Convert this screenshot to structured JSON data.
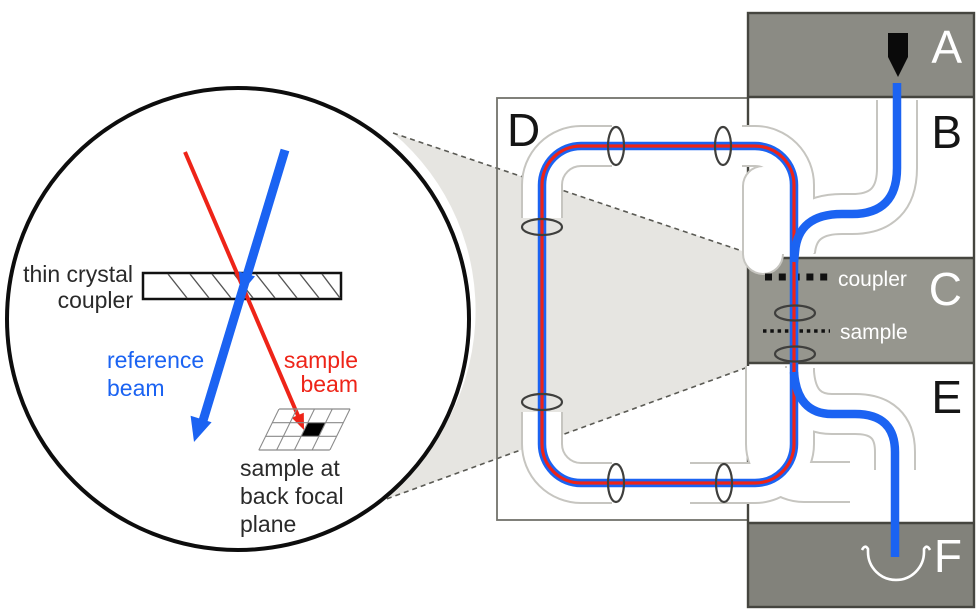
{
  "inset": {
    "crystal_label_line1": "thin crystal",
    "crystal_label_line2": "coupler",
    "reference_beam_label_line1": "reference",
    "reference_beam_label_line2": "beam",
    "sample_beam_label_line1": "sample",
    "sample_beam_label_line2": "beam",
    "bfp_caption_line1": "sample at",
    "bfp_caption_line2": "back focal",
    "bfp_caption_line3": "plane"
  },
  "loop_panel": {
    "label": "D"
  },
  "stack_panels": {
    "source": {
      "label": "A"
    },
    "injection": {
      "label": "B"
    },
    "interaction": {
      "label": "C",
      "coupler_label": "coupler",
      "sample_label": "sample"
    },
    "extraction": {
      "label": "E"
    },
    "detector": {
      "label": "F"
    }
  },
  "colors": {
    "reference_beam_blue": "#1b63f2",
    "sample_beam_red": "#ee2418",
    "panel_a_gray": "#8b8b84",
    "panel_c_gray": "#96968e",
    "panel_f_gray": "#82827b",
    "callout_gray": "#e6e5e1",
    "text_dark": "#2a2a2a"
  }
}
